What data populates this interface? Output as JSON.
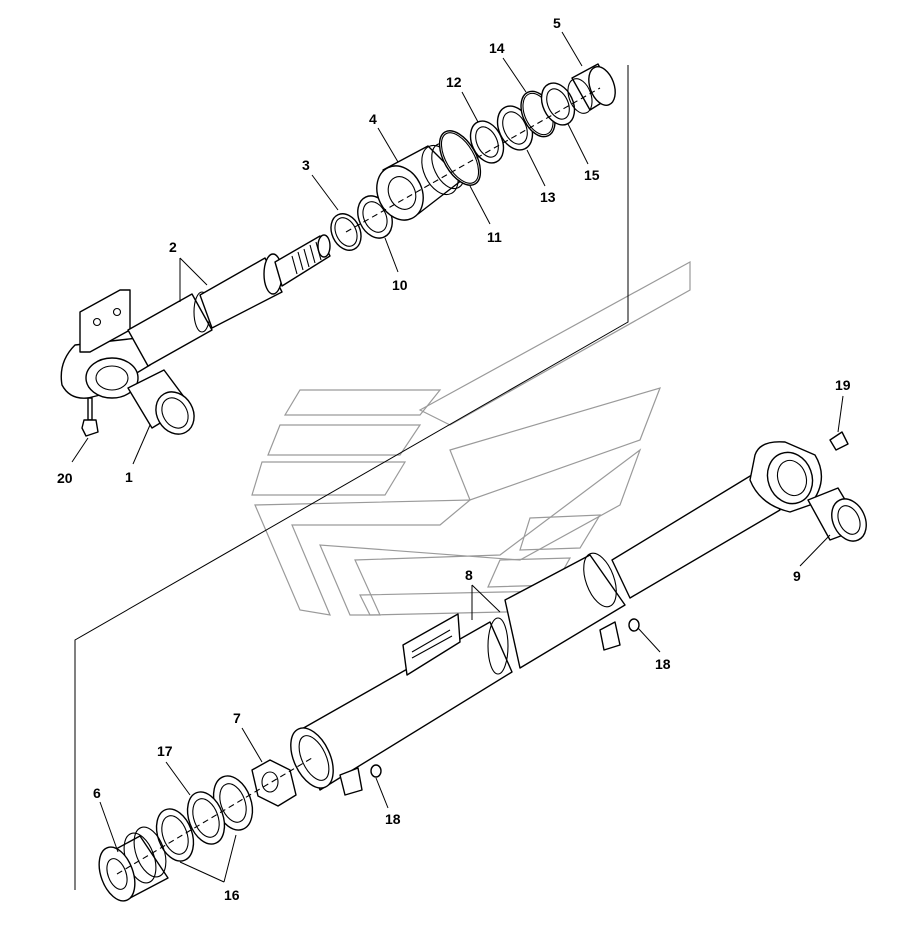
{
  "callouts": [
    {
      "id": "c1",
      "text": "1"
    },
    {
      "id": "c2",
      "text": "2"
    },
    {
      "id": "c3",
      "text": "3"
    },
    {
      "id": "c4",
      "text": "4"
    },
    {
      "id": "c5",
      "text": "5"
    },
    {
      "id": "c6",
      "text": "6"
    },
    {
      "id": "c7",
      "text": "7"
    },
    {
      "id": "c8",
      "text": "8"
    },
    {
      "id": "c9",
      "text": "9"
    },
    {
      "id": "c10",
      "text": "10"
    },
    {
      "id": "c11",
      "text": "11"
    },
    {
      "id": "c12",
      "text": "12"
    },
    {
      "id": "c13",
      "text": "13"
    },
    {
      "id": "c14",
      "text": "14"
    },
    {
      "id": "c15",
      "text": "15"
    },
    {
      "id": "c16",
      "text": "16"
    },
    {
      "id": "c17",
      "text": "17"
    },
    {
      "id": "c18a",
      "text": "18"
    },
    {
      "id": "c18b",
      "text": "18"
    },
    {
      "id": "c19",
      "text": "19"
    },
    {
      "id": "c20",
      "text": "20"
    }
  ]
}
